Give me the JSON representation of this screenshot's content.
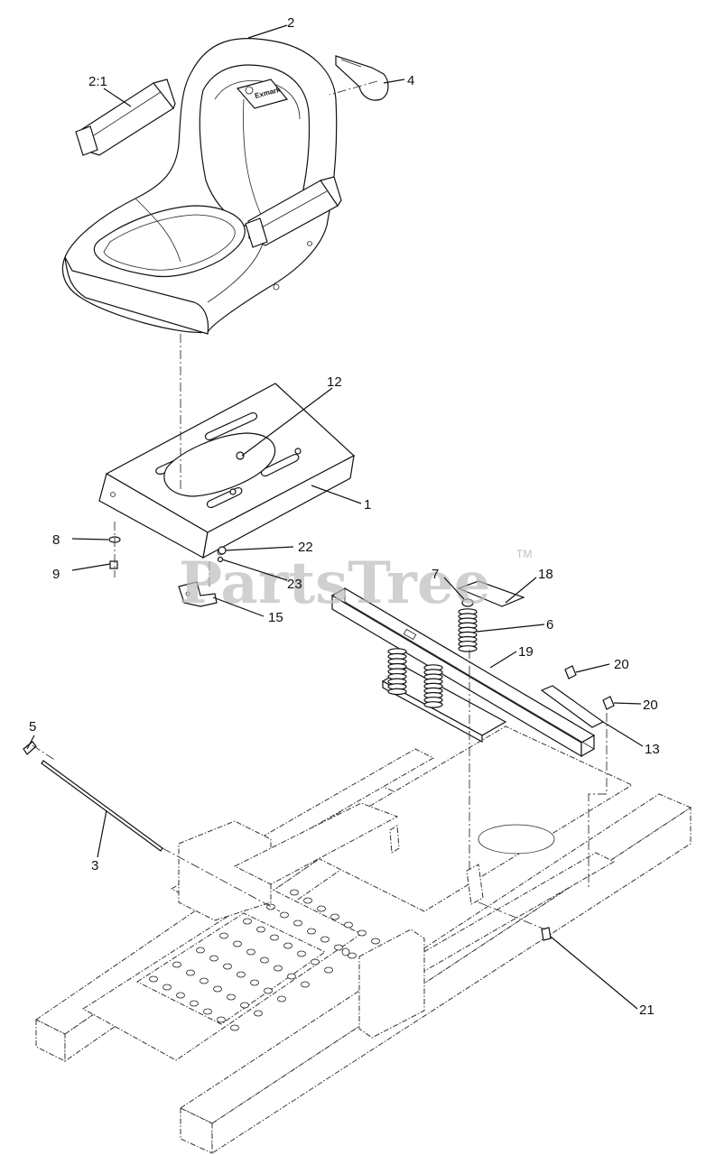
{
  "watermark": {
    "brand": "PartsTree",
    "tm": "TM"
  },
  "seat_logo": "Exmark",
  "callouts": {
    "c1": "1",
    "c2": "2",
    "c2_1": "2:1",
    "c3": "3",
    "c4": "4",
    "c5": "5",
    "c6": "6",
    "c7": "7",
    "c8": "8",
    "c9": "9",
    "c12": "12",
    "c13": "13",
    "c15": "15",
    "c18": "18",
    "c19": "19",
    "c20a": "20",
    "c20b": "20",
    "c21": "21",
    "c22": "22",
    "c23": "23"
  }
}
